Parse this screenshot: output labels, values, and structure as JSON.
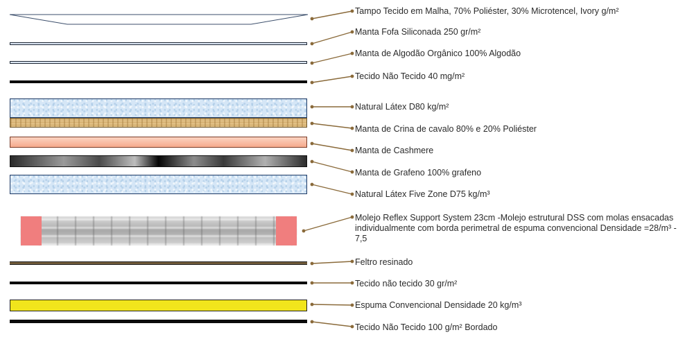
{
  "colors": {
    "leader": "#8a6a3a",
    "text": "#2a2a2a"
  },
  "labels": {
    "tampo": "Tampo Tecido em Malha, 70% Poliéster, 30% Microtencel, Ivory g/m²",
    "fofa": "Manta Fofa Siliconada 250 gr/m²",
    "algodao": "Manta de Algodão Orgânico 100% Algodão",
    "tnt40": "Tecido Não Tecido 40 mg/m²",
    "latex80": "Natural Látex  D80 kg/m²",
    "crina": "Manta de Crina de cavalo  80% e 20% Poliéster",
    "cashmere": "Manta de Cashmere",
    "grafeno": "Manta de Grafeno 100% grafeno",
    "latex75": "Natural Látex Five Zone  D75 kg/m³",
    "molejo": "Molejo Reflex Support System 23cm -Molejo estrutural DSS com molas ensacadas individualmente com borda perimetral de espuma convencional Densidade =28/m³ - 7,5",
    "feltro": "Feltro resinado",
    "tnt30": "Tecido não tecido 30 gr/m²",
    "espuma": "Espuma Convencional Densidade 20 kg/m³",
    "tnt100": "Tecido Não Tecido 100 g/m² Bordado"
  }
}
